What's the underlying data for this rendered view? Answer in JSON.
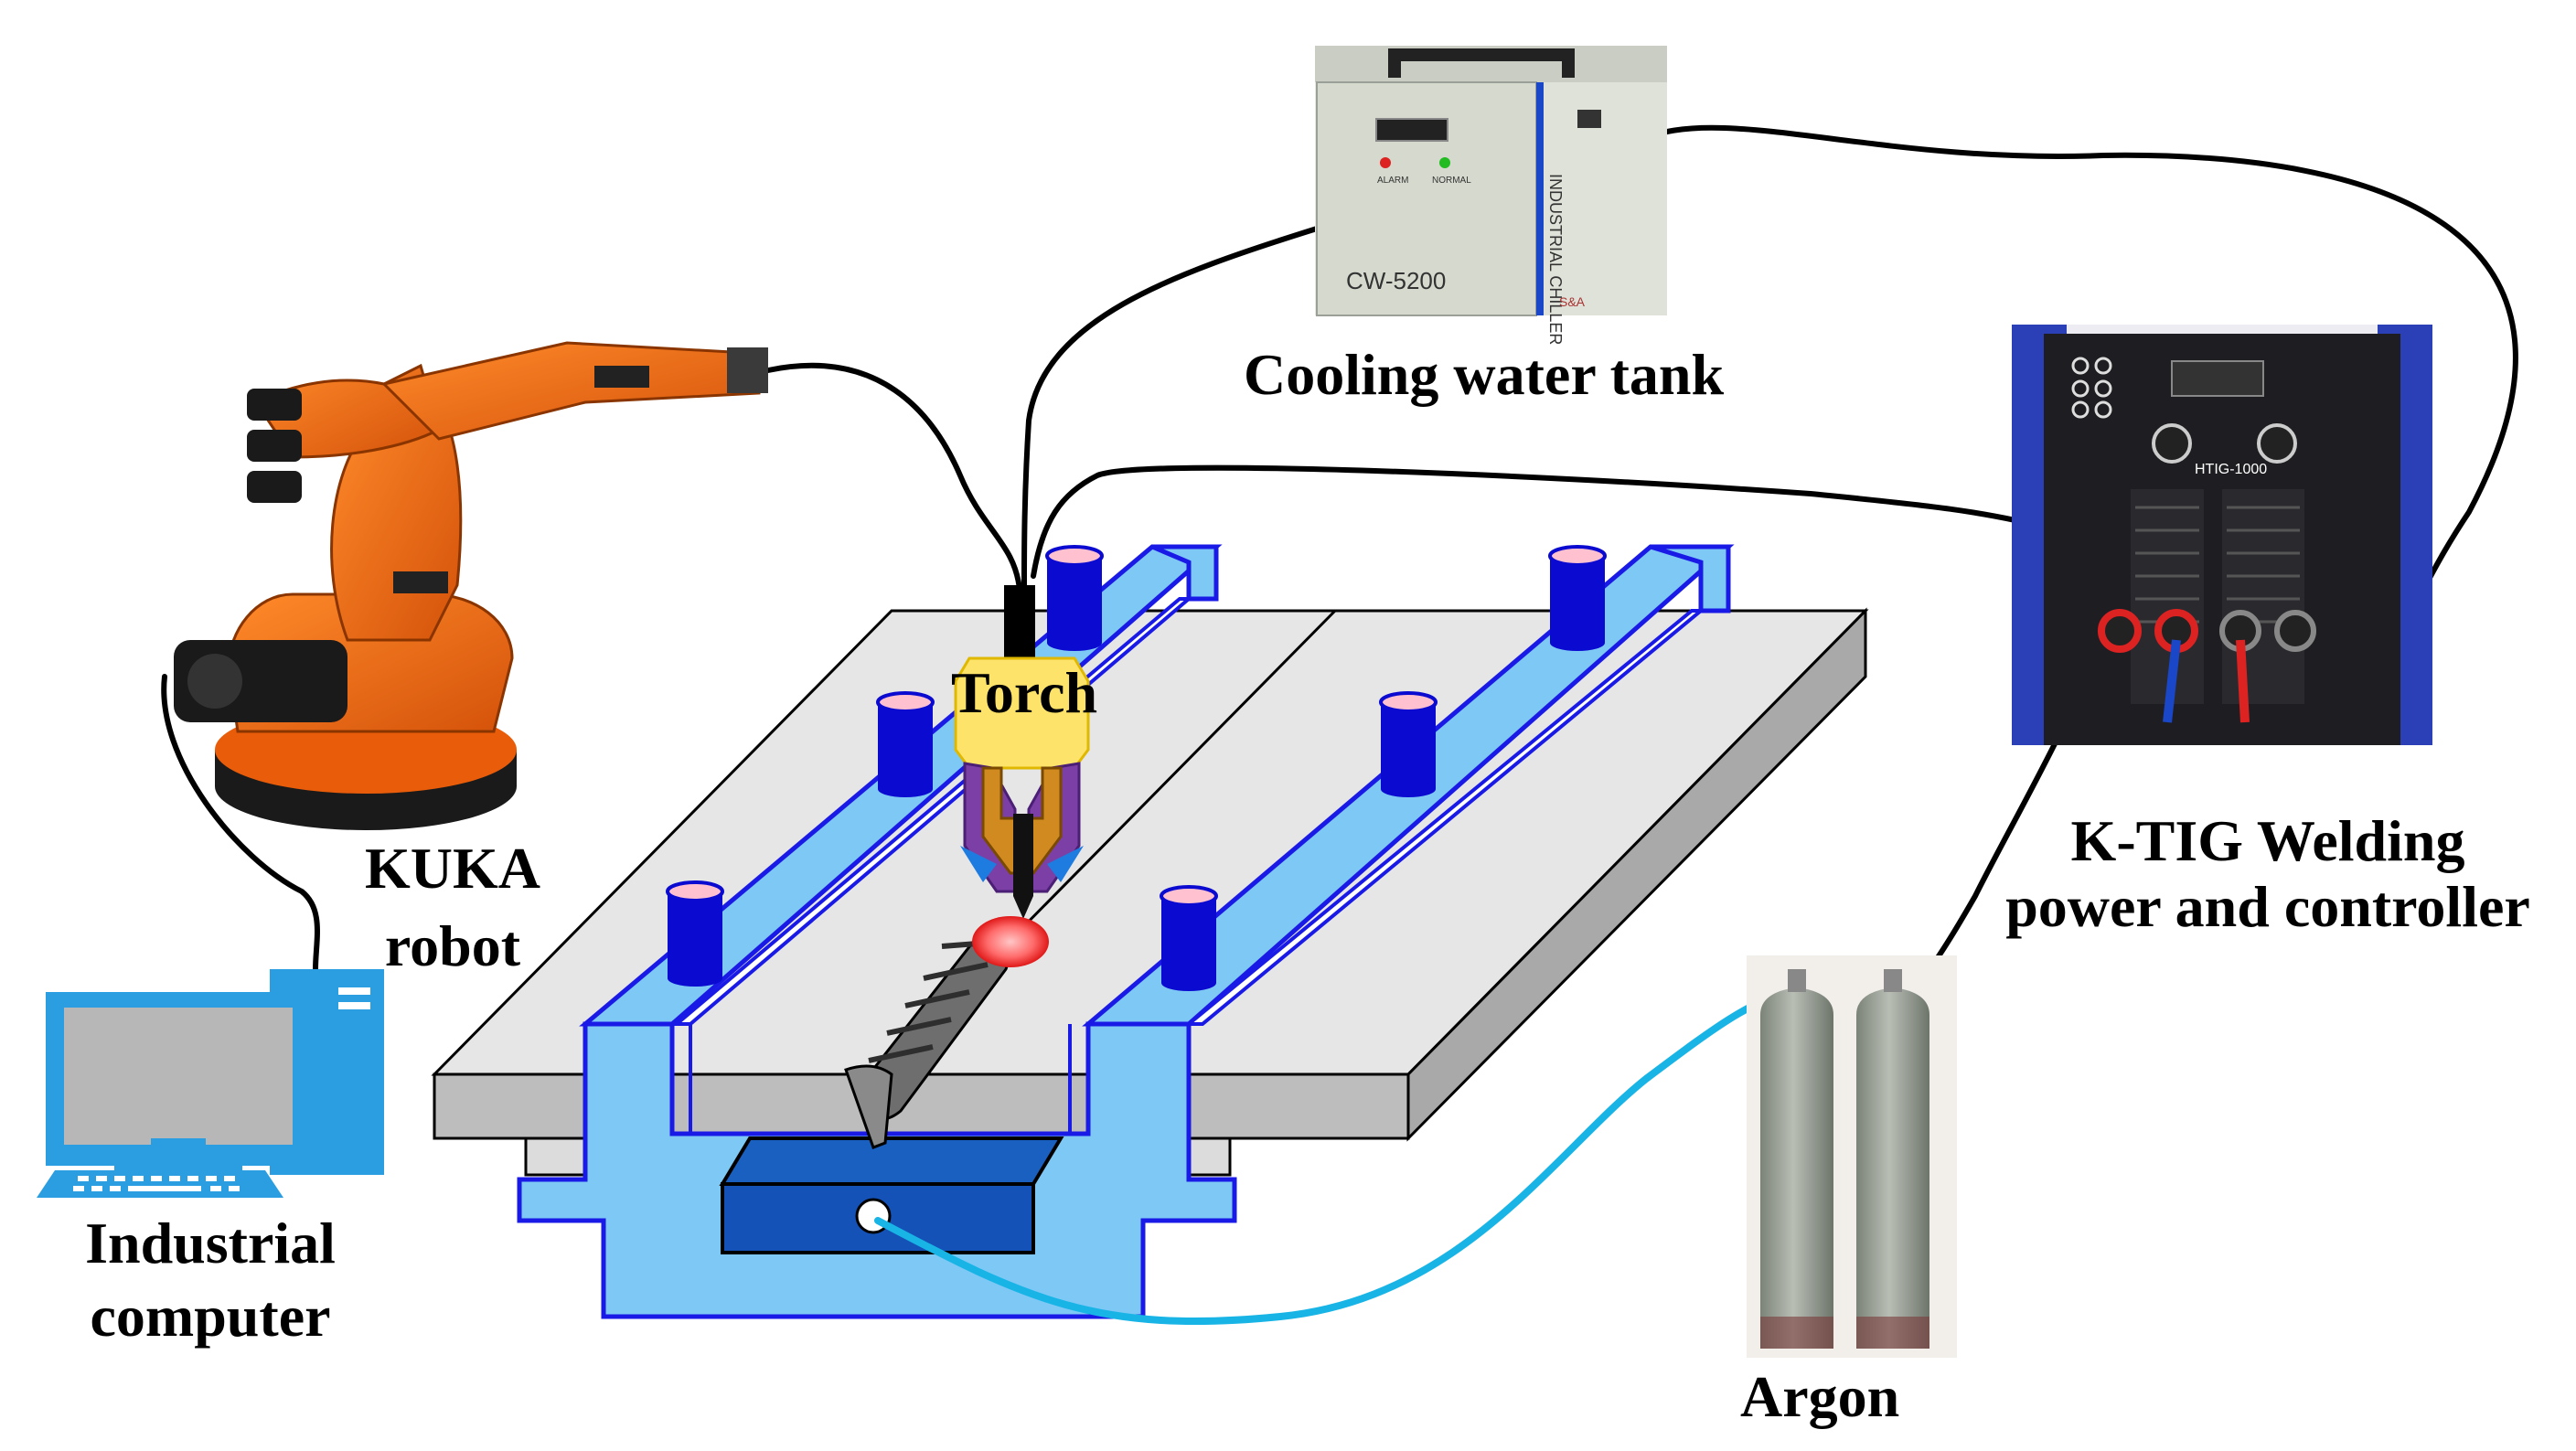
{
  "labels": {
    "cooling_tank": "Cooling water tank",
    "kuka_line1": "KUKA",
    "kuka_line2": "robot",
    "torch": "Torch",
    "ktig_line1": "K-TIG Welding",
    "ktig_line2": "power and controller",
    "argon": "Argon",
    "computer_line1": "Industrial",
    "computer_line2": "computer"
  },
  "equipment_text": {
    "chiller_model": "CW-5200",
    "chiller_side": "INDUSTRIAL CHILLER",
    "chiller_brand": "S&A",
    "chiller_alarm": "ALARM",
    "chiller_normal": "NORMAL",
    "welder_model": "HTIG-1000"
  },
  "colors": {
    "fixture_blue": "#7ec8f6",
    "fixture_outline": "#1a1ae6",
    "clamp": "#0a0ad0",
    "plate_top": "#e6e6e6",
    "plate_side": "#bdbdbd",
    "robot_orange": "#f06a12",
    "argon_hose": "#18b4e6",
    "welder_blue": "#2b3fb6",
    "computer_blue": "#2a9ee0",
    "torch_yellow": "#fde36a"
  }
}
